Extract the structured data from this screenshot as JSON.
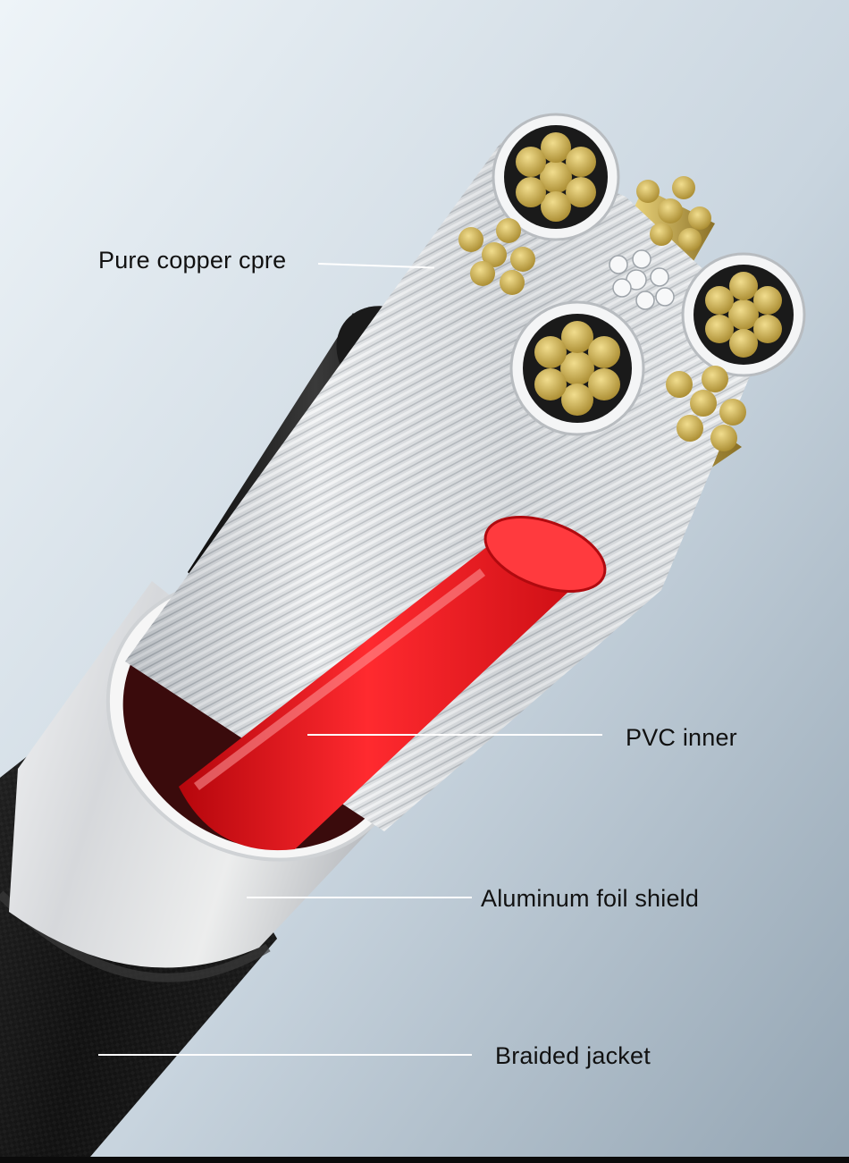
{
  "labels": {
    "copper": "Pure copper cpre",
    "pvc": "PVC inner",
    "foil": "Aluminum foil shield",
    "jacket": "Braided jacket"
  },
  "colors": {
    "background_light": "#e8f0f5",
    "background_dark": "#9aa9b6",
    "copper": "#c9a948",
    "pvc_red": "#e8141a",
    "aluminum": "#d9dde2",
    "foil_shield": "#e6e7e9",
    "jacket": "#141414",
    "label_text": "#111111",
    "leader_line": "#ffffff"
  }
}
